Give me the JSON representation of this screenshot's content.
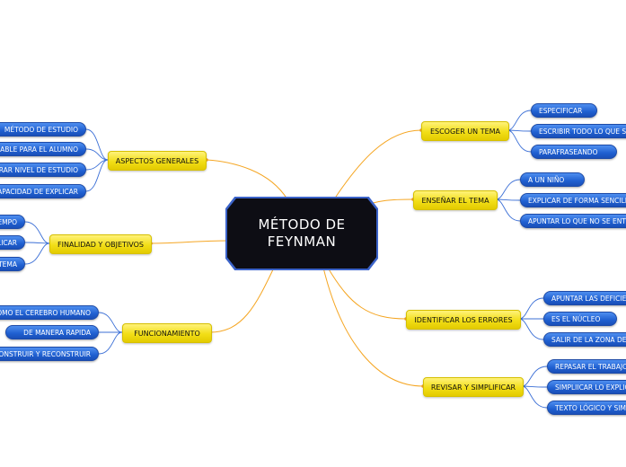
{
  "central_topic": "MÉTODO DE\nFEYNMAN",
  "left_branches": [
    {
      "label": "ASPECTOS GENERALES",
      "items": [
        "MÉTODO DE ESTUDIO",
        "APLICABLE PARA EL ALUMNO",
        "MEJORAR NIVEL DE ESTUDIO",
        "CAPACIDAD DE EXPLICAR"
      ]
    },
    {
      "label": "FINALIDAD Y OBJETIVOS",
      "items": [
        "TIEMPO",
        "EXPLICAR",
        "TEMA"
      ]
    },
    {
      "label": "FUNCIONAMIENTO",
      "items": [
        "COMO EL CEREBRO HUMANO",
        "DE MANERA RAPIDA",
        "DESCONSTRUIR Y RECONSTRUIR"
      ]
    }
  ],
  "right_branches": [
    {
      "label": "ESCOGER UN TEMA",
      "items": [
        "ESPECIFICAR",
        "ESCRIBIR TODO LO QUE SABES",
        "PARAFRASEANDO"
      ]
    },
    {
      "label": "ENSEÑAR EL TEMA",
      "items": [
        "A UN NIÑO",
        "EXPLICAR DE FORMA SENCILLA",
        "APUNTAR LO QUE NO SE ENTIENDE"
      ]
    },
    {
      "label": "IDENTIFICAR LOS ERRORES",
      "items": [
        "APUNTAR LAS DEFICIENCIAS",
        "ES EL NÚCLEO",
        "SALIR DE LA ZONA DE CONFORT"
      ]
    },
    {
      "label": "REVISAR Y SIMPLIFICAR",
      "items": [
        "REPASAR EL TRABAJO",
        "SIMPLIICAR LO EXPLICADO",
        "TEXTO LÓGICO Y SIMPLE"
      ]
    }
  ],
  "colors": {
    "central_fill": "#0d0d14",
    "central_border": "#3b63c9",
    "topic_fill": "#f2de17",
    "leaf_fill": "#1f5fd0",
    "connector_main": "#f5a623",
    "connector_leaf": "#3b6fd6"
  }
}
